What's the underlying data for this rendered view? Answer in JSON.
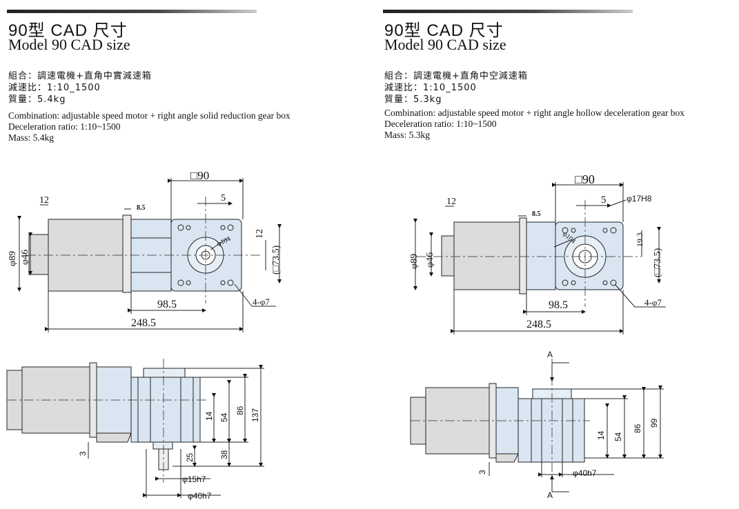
{
  "left": {
    "title_cn": "90型  CAD 尺寸",
    "title_en": "Model 90  CAD size",
    "combination_cn": "組合：調速電機+直角中實減速箱",
    "ratio_cn": "減速比：1:10_1500",
    "mass_cn": "質量：5.4kg",
    "combination_en": "Combination: adjustable speed motor + right angle solid reduction gear box",
    "ratio_en": "Deceleration ratio: 1:10~1500",
    "mass_en": "Mass: 5.4kg",
    "dims": {
      "square": "□90",
      "d5": "5",
      "d12": "12",
      "d8_5": "8.5",
      "d12b": "12",
      "phi89": "φ89",
      "phi46": "φ46",
      "phi104": "φ104",
      "sq73": "(□73.5)",
      "d98_5": "98.5",
      "d248_5": "248.5",
      "holes": "4-φ7",
      "d14": "14",
      "d54": "54",
      "d86": "86",
      "d137": "137",
      "d3": "3",
      "d25": "25",
      "d38": "38",
      "shaft": "φ15h7",
      "boss": "φ40h7"
    }
  },
  "right": {
    "title_cn": "90型  CAD 尺寸",
    "title_en": "Model 90  CAD size",
    "combination_cn": "組合：調速電機+直角中空減速箱",
    "ratio_cn": "減速比：1:10_1500",
    "mass_cn": "質量：5.3kg",
    "combination_en": "Combination: adjustable speed motor + right angle hollow deceleration gear box",
    "ratio_en": "Deceleration ratio: 1:10~1500",
    "mass_en": "Mass: 5.3kg",
    "dims": {
      "square": "□90",
      "d5": "5",
      "bore": "φ17H8",
      "d12": "12",
      "d8_5": "8.5",
      "phi89": "φ89",
      "phi46": "φ46",
      "phi104": "φ104",
      "d19_3": "19.3",
      "sq73": "(□73.5)",
      "d98_5": "98.5",
      "d248_5": "248.5",
      "holes": "4-φ7",
      "d14": "14",
      "d54": "54",
      "d86": "86",
      "d99": "99",
      "d3": "3",
      "boss": "φ40h7",
      "sectionA": "A"
    }
  }
}
